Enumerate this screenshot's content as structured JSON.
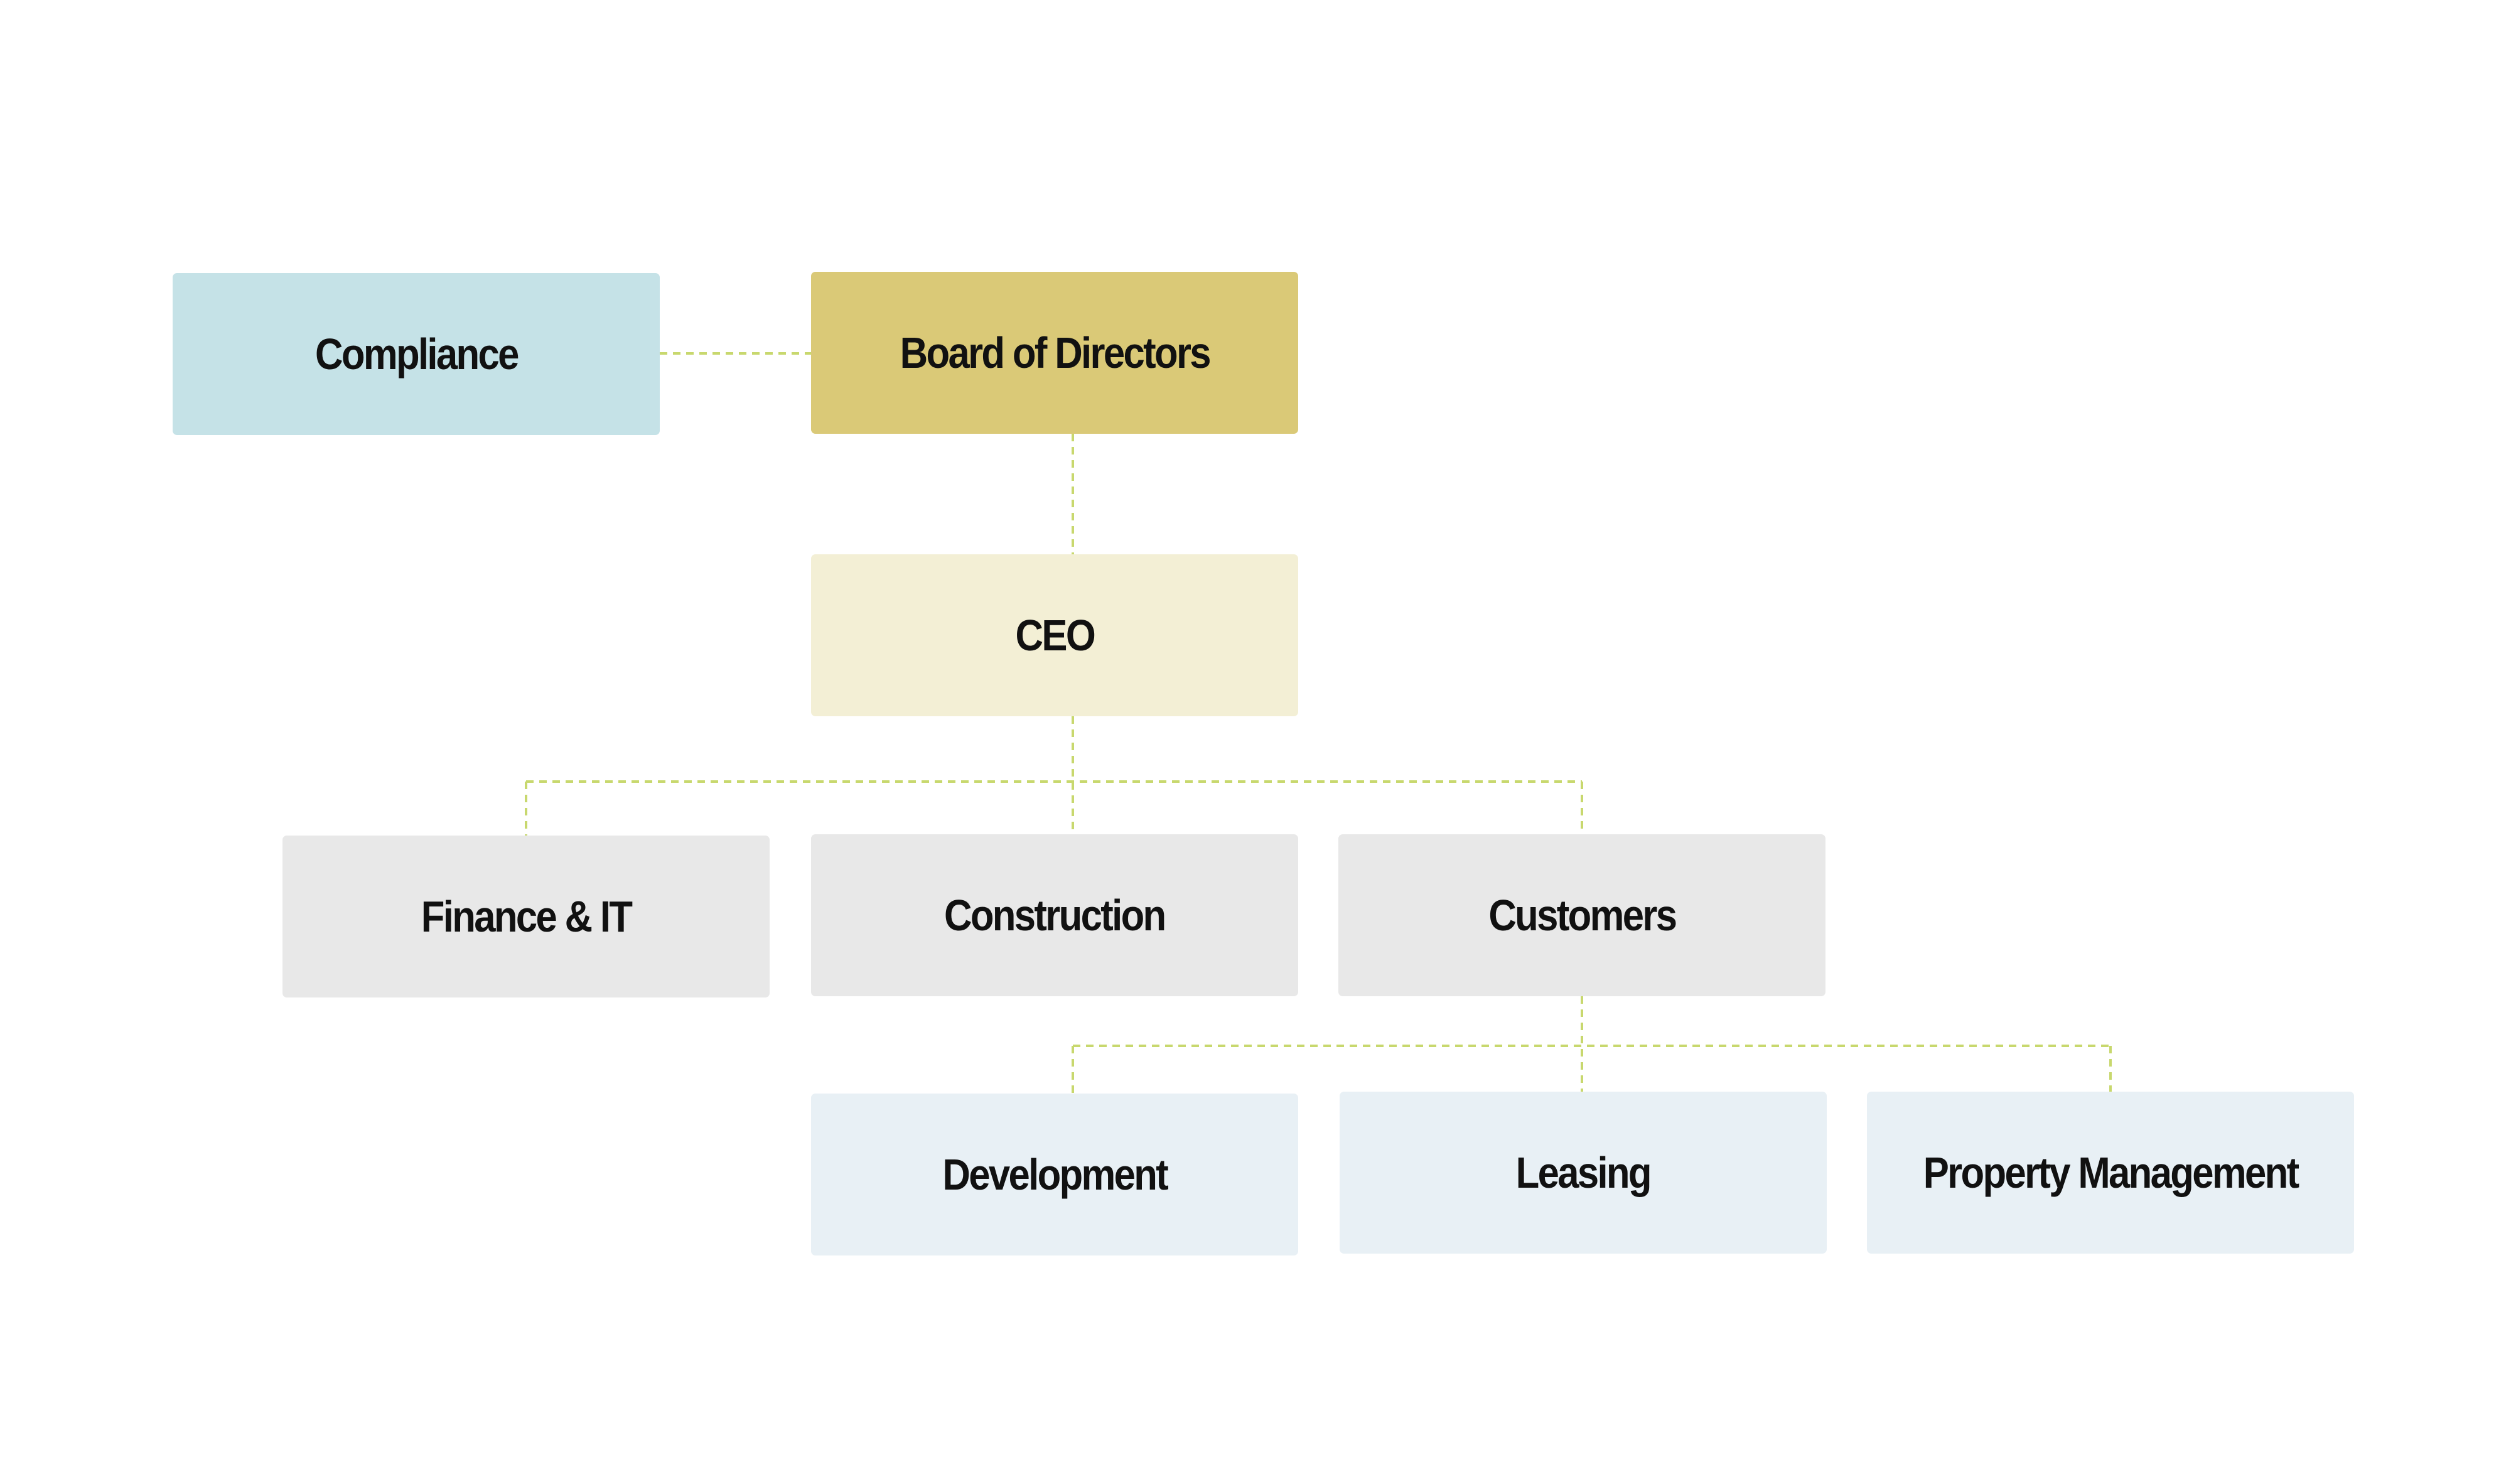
{
  "org_chart": {
    "colors": {
      "connector": "#c8d86e",
      "compliance": "#c5e2e7",
      "board": "#dac977",
      "ceo": "#f3efd5",
      "department": "#e8e8e8",
      "sub_department": "#e8f0f5",
      "text": "#111111"
    },
    "nodes": {
      "compliance": "Compliance",
      "board": "Board of Directors",
      "ceo": "CEO",
      "finance": "Finance & IT",
      "construction": "Construction",
      "customers": "Customers",
      "development": "Development",
      "leasing": "Leasing",
      "property": "Property Management"
    },
    "relations": [
      {
        "from": "board",
        "to": "compliance",
        "type": "dashed"
      },
      {
        "from": "board",
        "to": "ceo",
        "type": "dashed"
      },
      {
        "from": "ceo",
        "to": "finance",
        "type": "dashed"
      },
      {
        "from": "ceo",
        "to": "construction",
        "type": "dashed"
      },
      {
        "from": "ceo",
        "to": "customers",
        "type": "dashed"
      },
      {
        "from": "customers",
        "to": "development",
        "type": "dashed"
      },
      {
        "from": "customers",
        "to": "leasing",
        "type": "dashed"
      },
      {
        "from": "customers",
        "to": "property",
        "type": "dashed"
      }
    ]
  }
}
